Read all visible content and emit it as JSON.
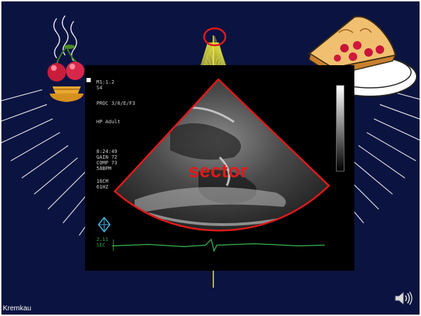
{
  "slide": {
    "label": "sector",
    "credit": "Kremkau",
    "colors": {
      "background": "#0b1340",
      "sector_outline": "#e01a1a",
      "probe_circle": "#e01a1a"
    }
  },
  "echo": {
    "params": "M1:1.2\nS4",
    "proc": "PROC 3/0/E/F3",
    "mode": "HP Adult",
    "settings": "8:24:49\nGAIN 72\nCOMP 73\n58BPM",
    "depth": "16CM\n61HZ",
    "scale": "2.11\nSEC"
  },
  "icons": {
    "speaker": "speaker-icon",
    "cherries": "cherries-clipart",
    "pie": "cherry-pie-clipart"
  }
}
